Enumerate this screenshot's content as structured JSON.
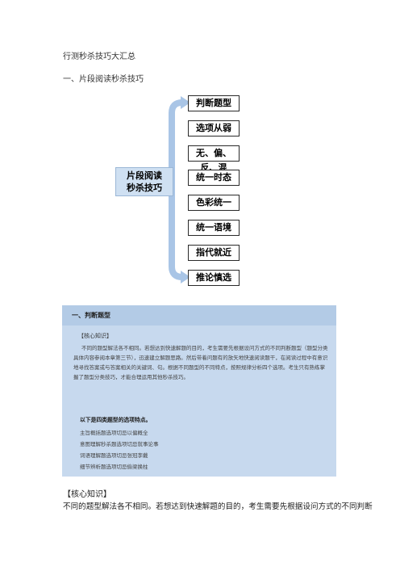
{
  "document": {
    "title": "行测秒杀技巧大汇总",
    "section_heading": "一、片段阅读秒杀技巧"
  },
  "mindmap": {
    "center": [
      "片段阅读",
      "秒杀技巧"
    ],
    "nodes": [
      "判断题型",
      "选项从弱",
      "无、偏、反、混",
      "统一时态",
      "色彩统一",
      "统一语境",
      "指代就近",
      "推论慎选"
    ],
    "accent_color": "#a9c5e6"
  },
  "panel": {
    "header": "一、判断题型",
    "subheading": "【核心知识】",
    "paragraph": "不同的题型解法各不相同。若想达到快速解题的目的，考生需要先根据设问方式的不同判断题型（题型分类具体内容参阅本章第三节），迅速建立解题思路。然后带着问题有的放矢地快速阅读题干，在阅读过程中有意识地寻找答案或与答案相关的关键词、句。根据不同题型的不同特点，按照规律分析四个选项。考生只有熟练掌握了题型分类技巧，才能合理运用其他秒杀技巧。",
    "lead": "以下是四类题型的选项特点。",
    "tips": [
      "主旨概括题选项切忌以偏概全",
      "意图理解秒杀题选项切忌就事论事",
      "词语理解题选项切忌张冠李戴",
      "细节辨析题选项切忌偷梁换柱"
    ],
    "background_color": "#c7d9ee"
  },
  "body": {
    "core_label": "【核心知识】",
    "line1": "不同的题型解法各不相同。若想达到快速解题的目的，考生需要先根据设问方式的不同判断"
  }
}
